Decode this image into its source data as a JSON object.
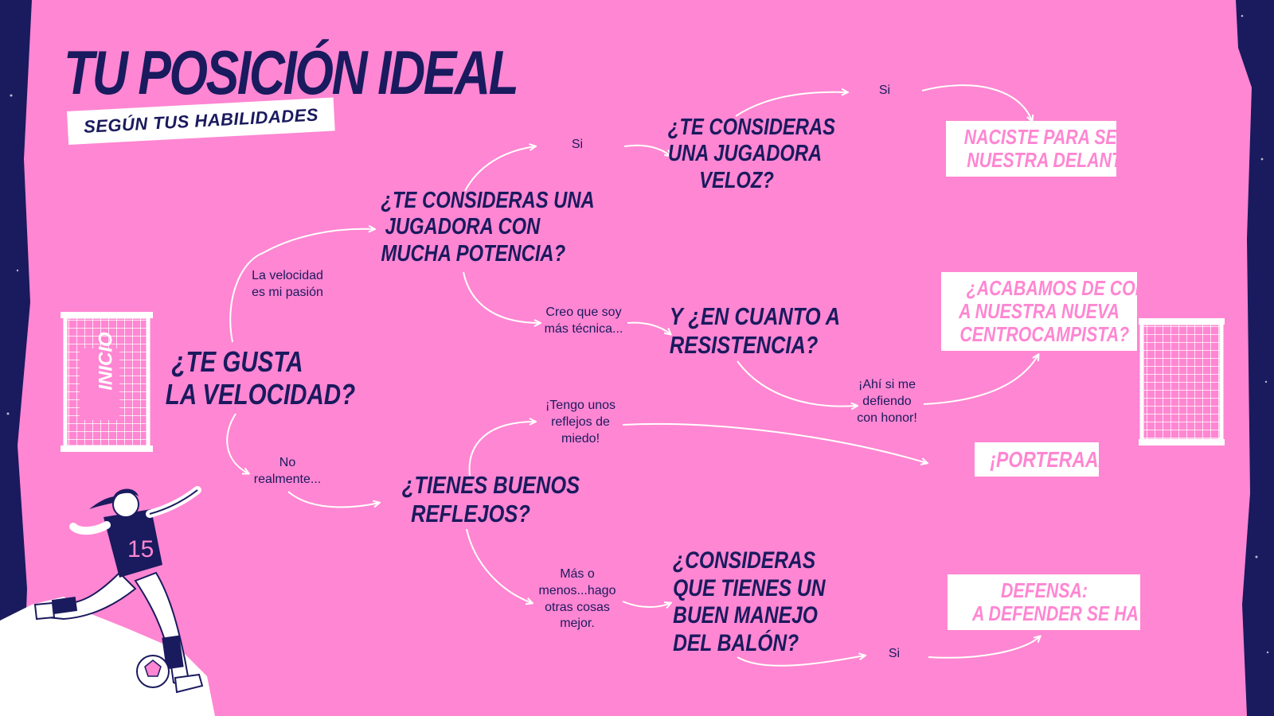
{
  "colors": {
    "pink": "#ff86d2",
    "navy": "#1a1a5e",
    "white": "#ffffff"
  },
  "header": {
    "title": "TU POSICIÓN IDEAL",
    "subtitle": "SEGÚN TUS HABILIDADES"
  },
  "start": {
    "label": "INICIO"
  },
  "questions": {
    "q1": [
      "¿TE GUSTA",
      "LA VELOCIDAD?"
    ],
    "q2": [
      "¿TE CONSIDERAS UNA",
      "JUGADORA CON",
      "MUCHA POTENCIA?"
    ],
    "q3": [
      "¿TE CONSIDERAS",
      "UNA JUGADORA",
      "VELOZ?"
    ],
    "q4": [
      "Y ¿EN CUANTO A",
      "RESISTENCIA?"
    ],
    "q5": [
      "¿TIENES BUENOS",
      "REFLEJOS?"
    ],
    "q6": [
      "¿CONSIDERAS",
      "QUE TIENES UN",
      "BUEN MANEJO",
      "DEL BALÓN?"
    ]
  },
  "answers": {
    "a1": [
      "La velocidad",
      "es mi pasión"
    ],
    "a2": [
      "No",
      "realmente..."
    ],
    "a3": [
      "Si"
    ],
    "a4": [
      "Creo que soy",
      "más técnica..."
    ],
    "a5": [
      "Si"
    ],
    "a6": [
      "¡Ahí si me",
      "defiendo",
      "con honor!"
    ],
    "a7": [
      "¡Tengo unos",
      "reflejos de",
      "miedo!"
    ],
    "a8": [
      "Más o",
      "menos...hago",
      "otras cosas",
      "mejor."
    ],
    "a9": [
      "Si"
    ]
  },
  "results": {
    "delantera": [
      "NACISTE PARA SER",
      "NUESTRA DELANTERA"
    ],
    "centrocampista": [
      "¿ACABAMOS DE CONOCER",
      "A NUESTRA NUEVA",
      "CENTROCAMPISTA?"
    ],
    "portera": [
      "¡PORTERAAAA!"
    ],
    "defensa": [
      "DEFENSA:",
      "A DEFENDER SE HA DICHO"
    ]
  },
  "player": {
    "jersey_number": "15"
  },
  "icons": [
    "goal-net-icon",
    "arrow-icon",
    "soccer-player-illustration",
    "soccer-ball-icon"
  ]
}
